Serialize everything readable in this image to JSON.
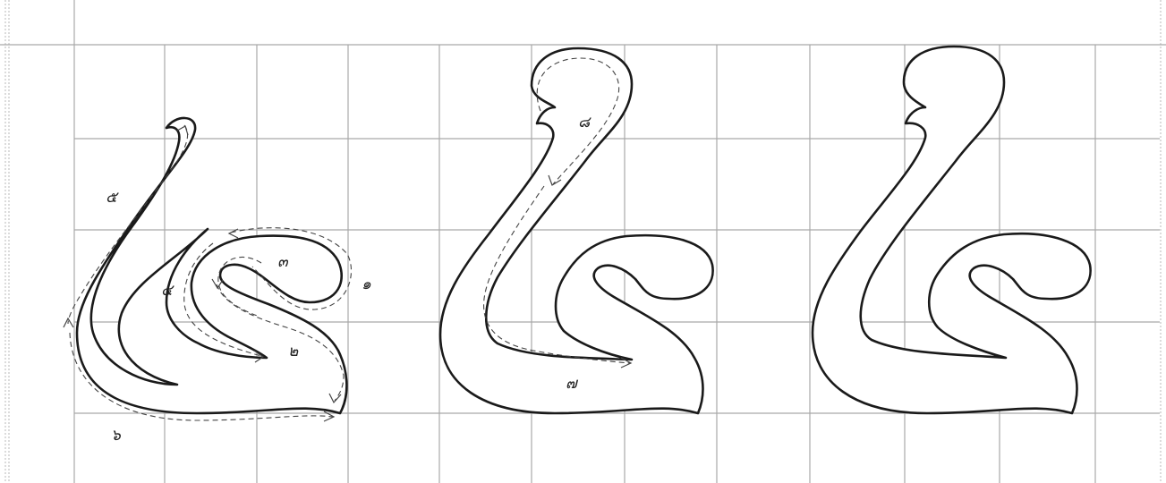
{
  "panels": [
    {
      "id": "guide",
      "stroke_labels": [
        {
          "text": "๑"
        },
        {
          "text": "๒"
        },
        {
          "text": "๓"
        },
        {
          "text": "๔"
        },
        {
          "text": "๕"
        },
        {
          "text": "๖"
        }
      ]
    },
    {
      "id": "two-stroke",
      "stroke_labels": [
        {
          "text": "๘"
        },
        {
          "text": "๗"
        }
      ]
    },
    {
      "id": "final",
      "stroke_labels": []
    }
  ],
  "colors": {
    "grid": "#a9a9a9",
    "outline": "#1a1a1a",
    "guide": "#444444",
    "background": "#ffffff"
  }
}
